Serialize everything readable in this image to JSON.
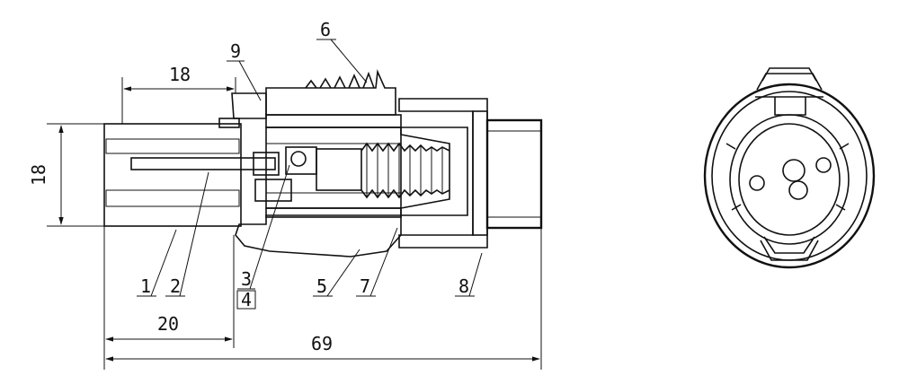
{
  "drawing": {
    "dimensions": {
      "length_18_top": "18",
      "height_18_left": "18",
      "length_20_bottom": "20",
      "length_69_overall": "69"
    },
    "callouts": [
      "1",
      "2",
      "3",
      "4",
      "5",
      "6",
      "7",
      "8",
      "9"
    ]
  }
}
